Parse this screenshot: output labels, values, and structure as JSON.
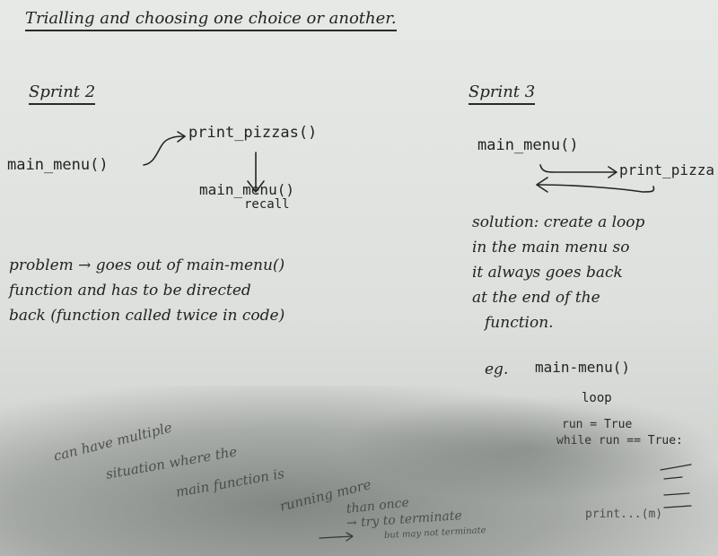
{
  "title": "Trialling and choosing one choice or another.",
  "sprint2": {
    "heading": "Sprint 2",
    "main_menu": "main_menu()",
    "print_pizzas": "print_pizzas()",
    "main_menu_again": "main_menu()",
    "recall": "recall",
    "problem_lines": [
      "problem → goes out of main-menu()",
      "function and has to be directed",
      "back (function called twice in code)"
    ]
  },
  "sprint3": {
    "heading": "Sprint 3",
    "main_menu": "main_menu()",
    "print_pizza": "print_pizza",
    "solution_lines": [
      "solution: create a loop",
      "in the main menu so",
      "it always goes back",
      "at the end of the",
      "function."
    ],
    "eg_label": "eg.",
    "eg_main_menu": "main-menu()",
    "loop": "loop",
    "run_true": "run = True",
    "while_run": "while run == True:",
    "print_m": "print...(m)"
  },
  "bottom_notes": {
    "line1": "can have multiple",
    "line2": "situation where the",
    "line3": "main function is",
    "line4": "running more",
    "line5": "than once",
    "line6": "→ try to terminate",
    "line7": "but may not terminate"
  }
}
